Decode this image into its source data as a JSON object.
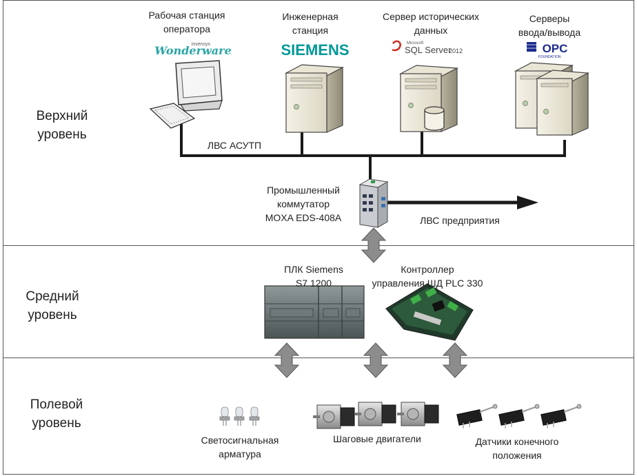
{
  "levels": {
    "upper": [
      "Верхний",
      "уровень"
    ],
    "middle": [
      "Средний",
      "уровень"
    ],
    "field": [
      "Полевой",
      "уровень"
    ]
  },
  "devices": {
    "operator_station": [
      "Рабочая станция",
      "оператора"
    ],
    "engineering_station": [
      "Инженерная",
      "станция"
    ],
    "historian_server": [
      "Сервер исторических",
      "данных"
    ],
    "io_servers": [
      "Серверы",
      "ввода/вывода"
    ],
    "switch": [
      "Промышленный",
      "коммутатор",
      "MOXA EDS-408A"
    ],
    "plc": [
      "ПЛК Siemens",
      "S7 1200"
    ],
    "stepper_controller": [
      "Контроллер",
      "управления ШД PLC 330"
    ],
    "signal_lights": [
      "Светосигнальная",
      "арматура"
    ],
    "stepper_motors": [
      "Шаговые двигатели"
    ],
    "limit_switches": [
      "Датчики конечного",
      "положения"
    ]
  },
  "networks": {
    "control_lan": "ЛВС АСУТП",
    "enterprise_lan": "ЛВС предприятия"
  },
  "logos": {
    "wonderware_brand": "invensys",
    "wonderware": "Wonderware",
    "siemens": "SIEMENS",
    "sql_vendor": "Microsoft",
    "sql": "SQL Server",
    "sql_year": "2012",
    "opc": "OPC",
    "opc_sub": "FOUNDATION"
  },
  "colors": {
    "line": "#1a1a1a",
    "arrow_fill": "#8c8c8c",
    "siemens": "#009999",
    "wonderware": "#2aa6a6",
    "sql_red": "#cc2a1e",
    "opc_blue": "#1d2b8f"
  }
}
